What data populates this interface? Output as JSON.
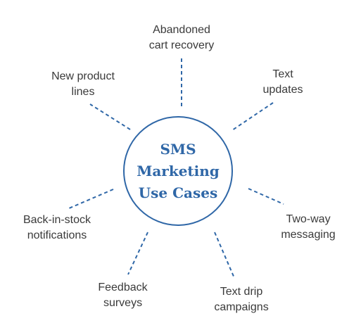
{
  "hub": {
    "lines": [
      "SMS",
      "Marketing",
      "Use Cases"
    ],
    "color": "#2f67a7"
  },
  "connector_color": "#2f67a7",
  "text_color": "#3a3a3a",
  "use_cases": [
    {
      "lines": [
        "Abandoned",
        "cart recovery"
      ]
    },
    {
      "lines": [
        "Text",
        "updates"
      ]
    },
    {
      "lines": [
        "Two-way",
        "messaging"
      ]
    },
    {
      "lines": [
        "Text drip",
        "campaigns"
      ]
    },
    {
      "lines": [
        "Feedback",
        "surveys"
      ]
    },
    {
      "lines": [
        "Back-in-stock",
        "notifications"
      ]
    },
    {
      "lines": [
        "New product",
        "lines"
      ]
    }
  ]
}
